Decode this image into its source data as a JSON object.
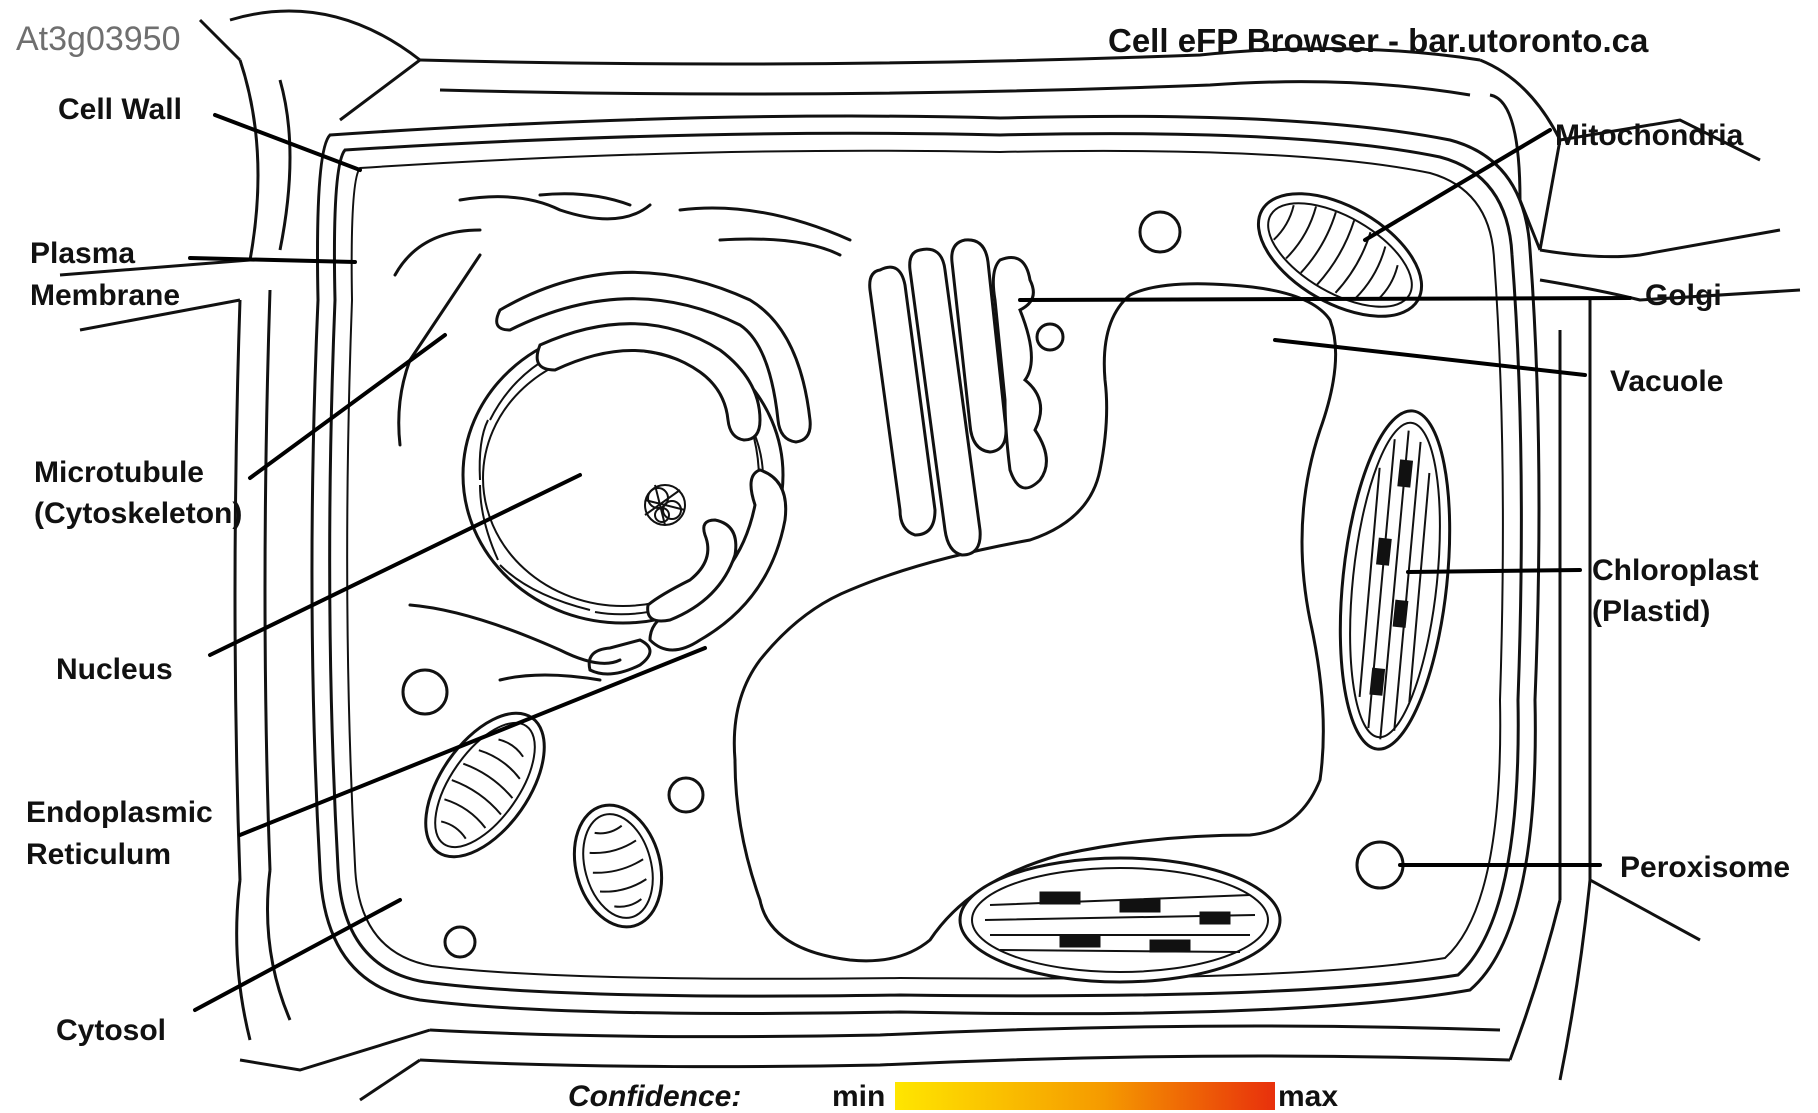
{
  "header": {
    "gene_id": "At3g03950",
    "title": "Cell eFP Browser - bar.utoronto.ca"
  },
  "labels": {
    "cell_wall": "Cell Wall",
    "plasma_1": "Plasma",
    "plasma_2": "Membrane",
    "microtubule_1": "Microtubule",
    "microtubule_2": "(Cytoskeleton)",
    "nucleus": "Nucleus",
    "er_1": "Endoplasmic",
    "er_2": "Reticulum",
    "cytosol": "Cytosol",
    "mitochondria": "Mitochondria",
    "golgi": "Golgi",
    "vacuole": "Vacuole",
    "chloroplast_1": "Chloroplast",
    "chloroplast_2": "(Plastid)",
    "peroxisome": "Peroxisome"
  },
  "legend": {
    "caption": "Confidence:",
    "min": "min",
    "max": "max"
  },
  "colors": {
    "cytosol": "#f6d000",
    "nucleus": "#f5a300",
    "nucleus_rim": "#f0b400",
    "gradient_start": "#ffe600",
    "gradient_mid": "#f59a00",
    "gradient_end": "#e8300c",
    "organelle_fill": "#ffffff"
  }
}
